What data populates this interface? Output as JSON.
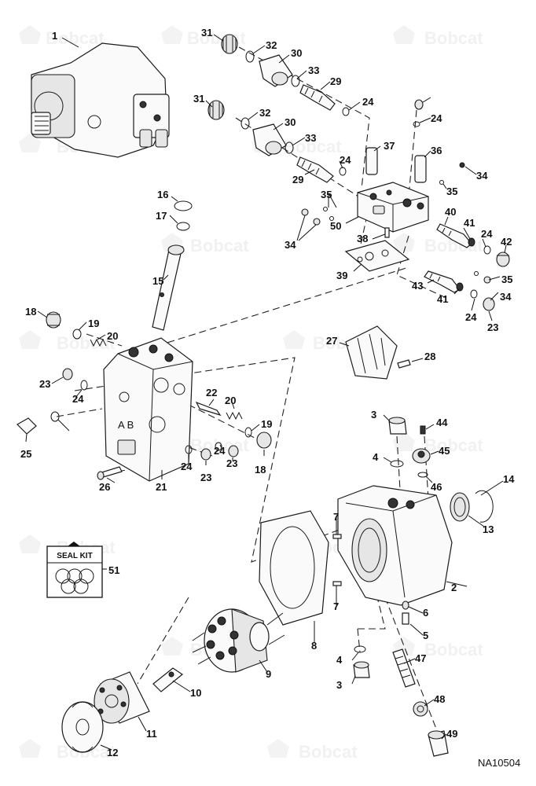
{
  "figure_id": "NA10504",
  "seal_kit": {
    "title": "SEAL KIT",
    "callout": "51"
  },
  "watermark": {
    "brand": "Bobcat"
  },
  "callouts": [
    "1",
    "2",
    "3",
    "3",
    "4",
    "4",
    "5",
    "6",
    "7",
    "7",
    "8",
    "9",
    "10",
    "11",
    "12",
    "13",
    "14",
    "15",
    "16",
    "17",
    "18",
    "18",
    "19",
    "19",
    "20",
    "20",
    "21",
    "22",
    "23",
    "23",
    "23",
    "23",
    "24",
    "24",
    "24",
    "24",
    "24",
    "24",
    "24",
    "24",
    "25",
    "26",
    "27",
    "28",
    "29",
    "29",
    "30",
    "30",
    "31",
    "31",
    "32",
    "32",
    "33",
    "33",
    "34",
    "34",
    "34",
    "35",
    "35",
    "35",
    "36",
    "37",
    "38",
    "39",
    "40",
    "41",
    "41",
    "42",
    "43",
    "44",
    "45",
    "46",
    "47",
    "48",
    "49",
    "50"
  ],
  "colors": {
    "line": "#1a1a1a",
    "watermark": "#f1f1f1",
    "background": "#ffffff"
  }
}
